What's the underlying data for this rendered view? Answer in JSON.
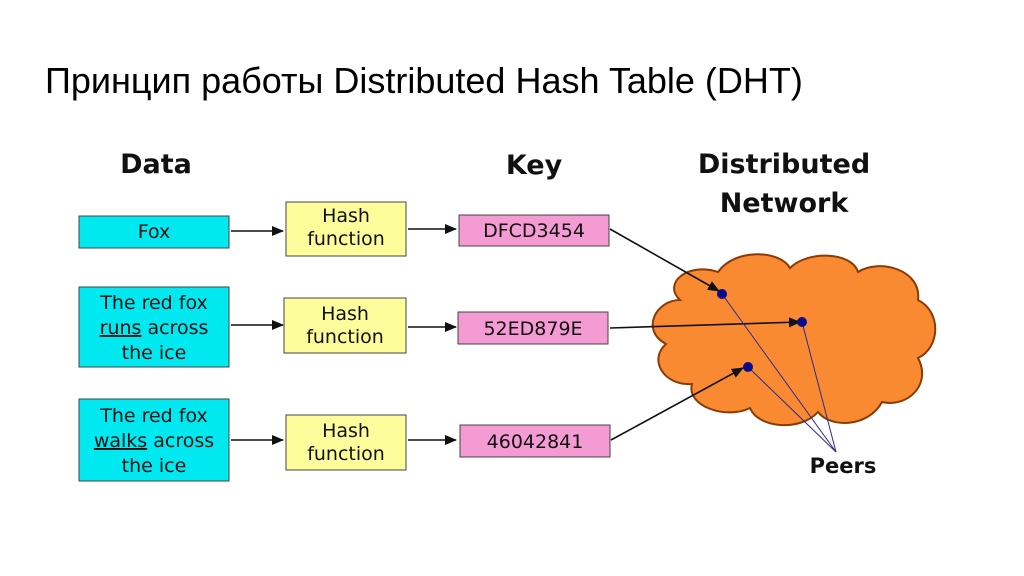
{
  "slide": {
    "title": "Принцип работы Distributed Hash Table (DHT)"
  },
  "headers": {
    "data": "Data",
    "key": "Key",
    "network_line1": "Distributed",
    "network_line2": "Network"
  },
  "rows": [
    {
      "data_lines": [
        {
          "segments": [
            {
              "text": "Fox",
              "underline": false
            }
          ]
        }
      ],
      "hash_line1": "Hash",
      "hash_line2": "function",
      "key": "DFCD3454"
    },
    {
      "data_lines": [
        {
          "segments": [
            {
              "text": "The red fox",
              "underline": false
            }
          ]
        },
        {
          "segments": [
            {
              "text": "runs",
              "underline": true
            },
            {
              "text": " across",
              "underline": false
            }
          ]
        },
        {
          "segments": [
            {
              "text": "the ice",
              "underline": false
            }
          ]
        }
      ],
      "hash_line1": "Hash",
      "hash_line2": "function",
      "key": "52ED879E"
    },
    {
      "data_lines": [
        {
          "segments": [
            {
              "text": "The red fox",
              "underline": false
            }
          ]
        },
        {
          "segments": [
            {
              "text": "walks",
              "underline": true
            },
            {
              "text": " across",
              "underline": false
            }
          ]
        },
        {
          "segments": [
            {
              "text": "the ice",
              "underline": false
            }
          ]
        }
      ],
      "hash_line1": "Hash",
      "hash_line2": "function",
      "key": "46042841"
    }
  ],
  "peers_label": "Peers",
  "colors": {
    "data_box": "#00e8f0",
    "hash_box": "#fdfd9c",
    "key_box": "#f59bd3",
    "cloud": "#f98a32",
    "peer_node": "#0a0a8a",
    "peer_line": "#2a2a90"
  }
}
